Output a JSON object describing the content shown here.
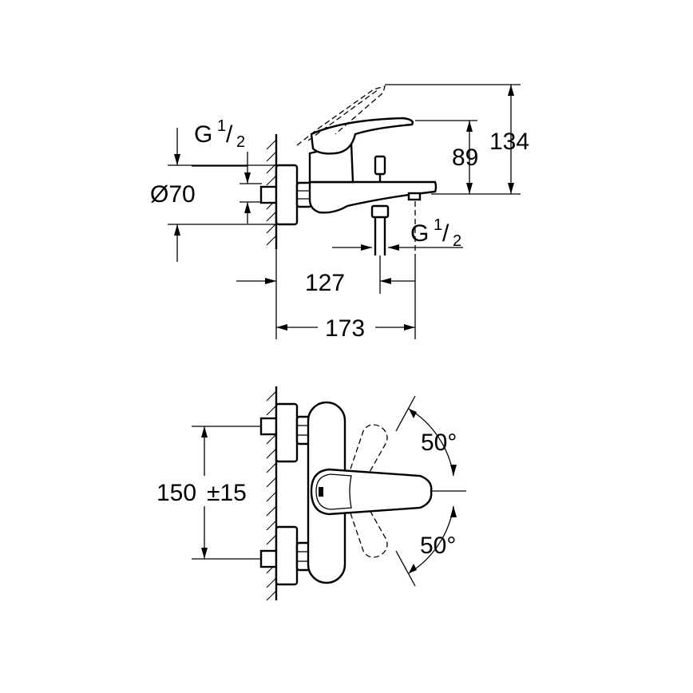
{
  "top_view": {
    "thread_inlet": {
      "g": "G",
      "num": "1",
      "den": "2"
    },
    "thread_outlet": {
      "g": "G",
      "num": "1",
      "den": "2"
    },
    "diameter": "Ø70",
    "height_total": "134",
    "height_spout": "89",
    "depth_spout": "127",
    "depth_total": "173"
  },
  "bottom_view": {
    "spacing": "150",
    "tolerance": "±15",
    "angle_up": "50°",
    "angle_down": "50°"
  }
}
